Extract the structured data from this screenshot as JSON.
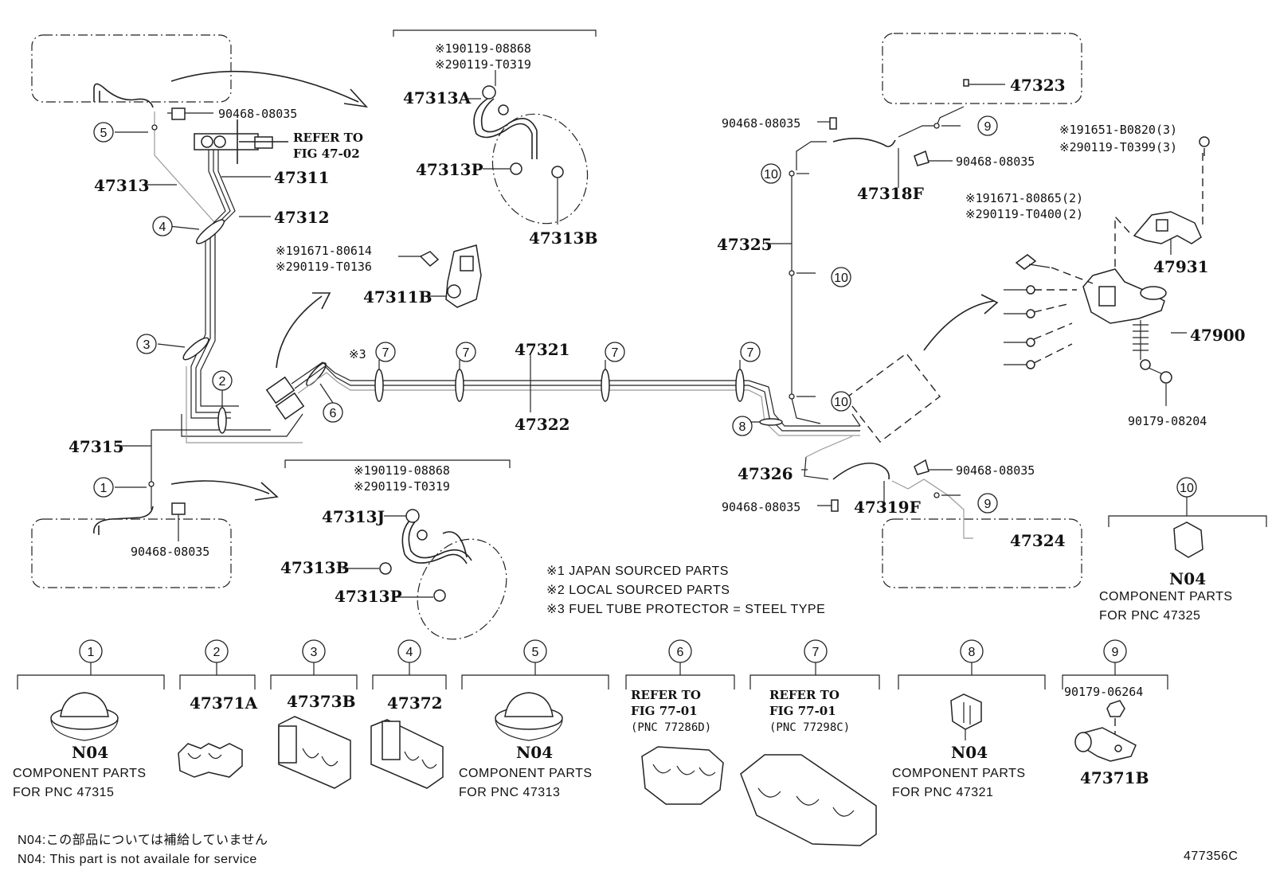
{
  "diagram_id": "477356C",
  "part_labels": {
    "p47313": "47313",
    "p47311": "47311",
    "p47312": "47312",
    "p47315": "47315",
    "p47313A": "47313A",
    "p47313P_top": "47313P",
    "p47313B_top": "47313B",
    "p47311B": "47311B",
    "p47321": "47321",
    "p47322": "47322",
    "p47313J": "47313J",
    "p47313B_bot": "47313B",
    "p47313P_bot": "47313P",
    "p47323": "47323",
    "p47318F": "47318F",
    "p47325": "47325",
    "p47326": "47326",
    "p47319F": "47319F",
    "p47324": "47324",
    "p47931": "47931",
    "p47900": "47900",
    "p90179_08204": "90179-08204",
    "clip_tl": "90468-08035",
    "clip_bl": "90468-08035",
    "clip_r1": "90468-08035",
    "clip_r2": "90468-08035",
    "clip_r3": "90468-08035",
    "clip_r4": "90468-08035"
  },
  "refer_text": {
    "line1": "REFER TO",
    "line2": "FIG 47-02"
  },
  "sourced_groups": {
    "top": [
      "※190119-08868",
      "※290119-T0319"
    ],
    "mid": [
      "※191671-80614",
      "※290119-T0136"
    ],
    "bot": [
      "※190119-08868",
      "※290119-T0319"
    ],
    "right1": [
      "※191651-B0820(3)",
      "※290119-T0399(3)"
    ],
    "right2": [
      "※191671-80865(2)",
      "※290119-T0400(2)"
    ]
  },
  "star3": "※3",
  "notes": [
    "※1 JAPAN SOURCED PARTS",
    "※2 LOCAL SOURCED PARTS",
    "※3 FUEL TUBE PROTECTOR = STEEL TYPE"
  ],
  "callouts": [
    "1",
    "2",
    "3",
    "4",
    "5",
    "6",
    "7",
    "8",
    "9",
    "10"
  ],
  "components": {
    "c1": {
      "num": "1",
      "code": "N04",
      "line1": "COMPONENT PARTS",
      "line2": "FOR PNC 47315"
    },
    "c2": {
      "num": "2",
      "pn": "47371A"
    },
    "c3": {
      "num": "3",
      "pn": "47373B"
    },
    "c4": {
      "num": "4",
      "pn": "47372"
    },
    "c5": {
      "num": "5",
      "code": "N04",
      "line1": "COMPONENT PARTS",
      "line2": "FOR PNC 47313"
    },
    "c6": {
      "num": "6",
      "r1": "REFER TO",
      "r2": "FIG 77-01",
      "r3": "(PNC 77286D)"
    },
    "c7": {
      "num": "7",
      "r1": "REFER TO",
      "r2": "FIG 77-01",
      "r3": "(PNC 77298C)"
    },
    "c8": {
      "num": "8",
      "code": "N04",
      "line1": "COMPONENT PARTS",
      "line2": "FOR PNC 47321"
    },
    "c9": {
      "num": "9",
      "pn_top": "90179-06264",
      "pn": "47371B"
    },
    "c10": {
      "num": "10",
      "code": "N04",
      "line1": "COMPONENT PARTS",
      "line2": "FOR PNC 47325"
    }
  },
  "footer": {
    "jp": "N04:この部品については補給していません",
    "en": "N04: This part is not availale for service"
  }
}
